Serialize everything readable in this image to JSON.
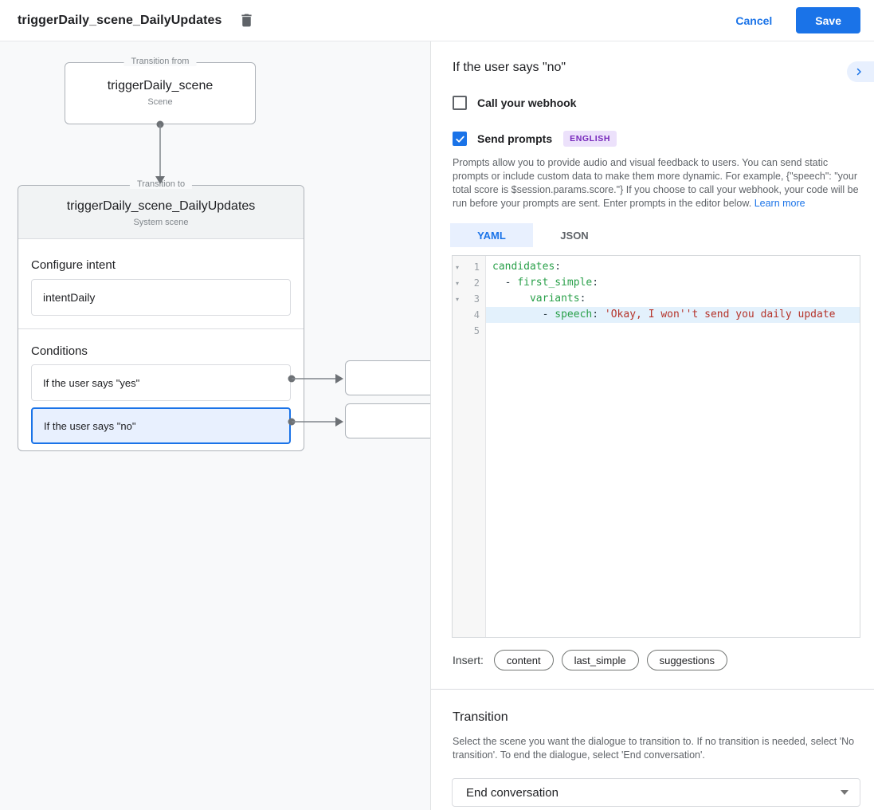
{
  "colors": {
    "accent": "#1a73e8",
    "selected_condition_bg": "#e8f0fe",
    "badge_bg": "#ece1fb",
    "badge_fg": "#7627bb",
    "code_key_green": "#2aa04a",
    "code_string_red": "#b5332a"
  },
  "header": {
    "title": "triggerDaily_scene_DailyUpdates",
    "cancel_label": "Cancel",
    "save_label": "Save"
  },
  "canvas": {
    "from_box": {
      "legend": "Transition from",
      "title": "triggerDaily_scene",
      "subtitle": "Scene"
    },
    "to_box": {
      "legend": "Transition to",
      "title": "triggerDaily_scene_DailyUpdates",
      "subtitle": "System scene",
      "configure_intent_label": "Configure intent",
      "intent_value": "intentDaily",
      "conditions_label": "Conditions",
      "conditions": [
        {
          "label": "If the user says \"yes\"",
          "selected": false
        },
        {
          "label": "If the user says \"no\"",
          "selected": true
        }
      ]
    }
  },
  "panel": {
    "title": "If the user says \"no\"",
    "webhook_checkbox": {
      "label": "Call your webhook",
      "checked": false
    },
    "prompts_checkbox": {
      "label": "Send prompts",
      "checked": true,
      "badge": "ENGLISH"
    },
    "description": "Prompts allow you to provide audio and visual feedback to users. You can send static prompts or include custom data to make them more dynamic. For example, {\"speech\": \"your total score is $session.params.score.\"} If you choose to call your webhook, your code will be run before your prompts are sent. Enter prompts in the editor below.",
    "learn_more_label": "Learn more",
    "tabs": [
      {
        "label": "YAML",
        "active": true
      },
      {
        "label": "JSON",
        "active": false
      }
    ],
    "editor": {
      "lines": [
        {
          "num": "1",
          "fold": true,
          "highlight": false,
          "tokens": [
            {
              "t": "candidates",
              "c": "key"
            },
            {
              "t": ":",
              "c": "plain"
            }
          ]
        },
        {
          "num": "2",
          "fold": true,
          "highlight": false,
          "tokens": [
            {
              "t": "  - ",
              "c": "plain"
            },
            {
              "t": "first_simple",
              "c": "key"
            },
            {
              "t": ":",
              "c": "plain"
            }
          ]
        },
        {
          "num": "3",
          "fold": true,
          "highlight": false,
          "tokens": [
            {
              "t": "      ",
              "c": "plain"
            },
            {
              "t": "variants",
              "c": "key"
            },
            {
              "t": ":",
              "c": "plain"
            }
          ]
        },
        {
          "num": "4",
          "fold": false,
          "highlight": true,
          "tokens": [
            {
              "t": "        - ",
              "c": "plain"
            },
            {
              "t": "speech",
              "c": "key"
            },
            {
              "t": ": ",
              "c": "plain"
            },
            {
              "t": "'Okay, I won''t send you daily update",
              "c": "string"
            }
          ]
        },
        {
          "num": "5",
          "fold": false,
          "highlight": false,
          "tokens": []
        }
      ]
    },
    "insert_label": "Insert:",
    "insert_chips": [
      "content",
      "last_simple",
      "suggestions"
    ],
    "transition": {
      "title": "Transition",
      "description": "Select the scene you want the dialogue to transition to. If no transition is needed, select 'No transition'. To end the dialogue, select 'End conversation'.",
      "select_value": "End conversation"
    }
  }
}
